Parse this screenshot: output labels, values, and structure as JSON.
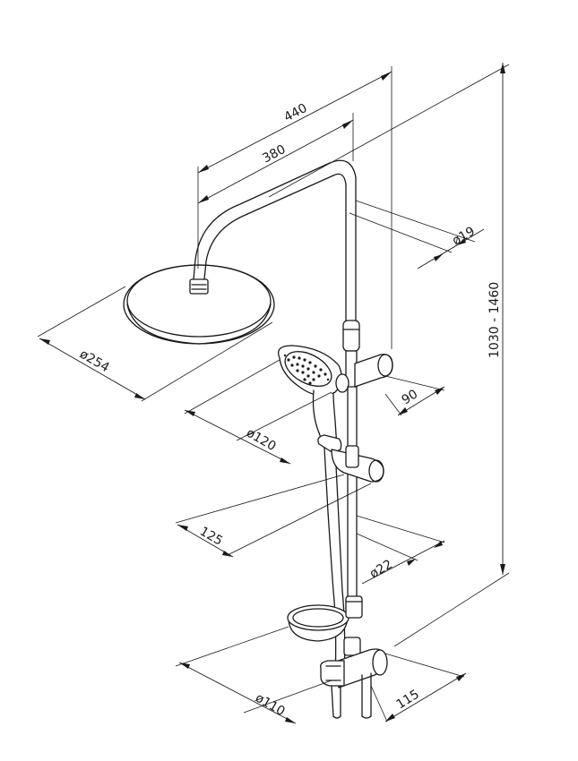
{
  "dimensions": {
    "arm_length_outer": "440",
    "arm_length_inner": "380",
    "pipe_diameter_top": "ø19",
    "head_diameter": "ø254",
    "hand_shower_offset": "90",
    "hand_shower_diameter": "ø120",
    "slider_offset": "125",
    "rail_diameter": "ø22",
    "height_range": "1030 - 1460",
    "soap_dish_diameter": "ø110",
    "mixer_offset": "115"
  },
  "colors": {
    "line": "#1a1a1a",
    "background": "#ffffff"
  }
}
